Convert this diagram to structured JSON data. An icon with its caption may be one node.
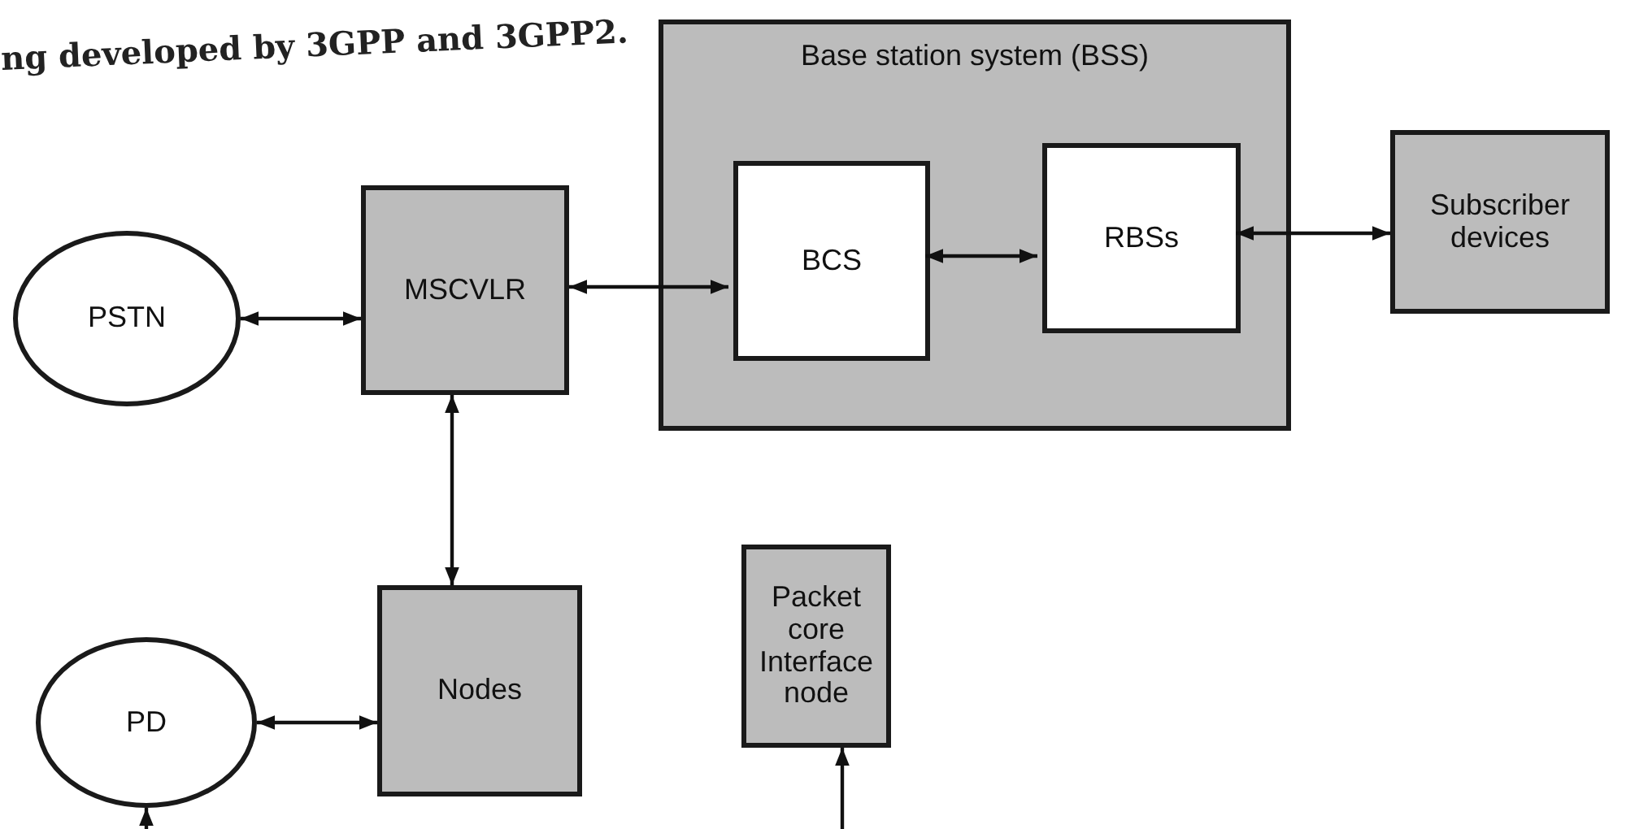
{
  "diagram": {
    "nodes": [
      {
        "text": [
          "PSTN"
        ]
      },
      {
        "text": [
          "MSCVLR"
        ]
      },
      {
        "text": [
          "Base station system (BSS)"
        ]
      },
      {
        "text": [
          "BCS"
        ],
        "in": 2
      },
      {
        "text": [
          "RBSs"
        ],
        "in": 2
      },
      {
        "text": [
          "Subscriber devices"
        ]
      },
      {
        "text": [
          "PD"
        ]
      },
      {
        "text": [
          "Nodes"
        ]
      },
      {
        "text": [
          "Packet core Interface node"
        ]
      }
    ],
    "edges": [
      {
        "from": 0,
        "to": 1,
        "arrow": "both"
      },
      {
        "from": 1,
        "to": 3,
        "arrow": "both"
      },
      {
        "from": 3,
        "to": 4,
        "arrow": "both"
      },
      {
        "from": 4,
        "to": 5,
        "arrow": "both"
      },
      {
        "from": 1,
        "to": 7,
        "arrow": "both"
      },
      {
        "from": 6,
        "to": 7,
        "arrow": "both"
      },
      {
        "from": null,
        "to": 6,
        "arrow": "to"
      },
      {
        "from": null,
        "to": 8,
        "arrow": "to"
      }
    ],
    "labels": [
      "ng developed by 3GPP and 3GPP2."
    ]
  }
}
